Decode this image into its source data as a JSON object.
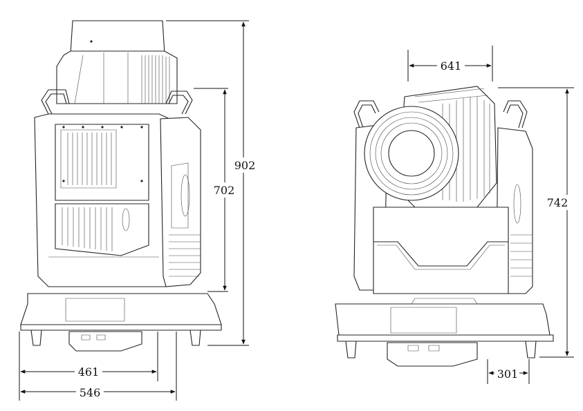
{
  "diagram": {
    "views": [
      {
        "name": "front-view",
        "dimensions": {
          "total_height": "902",
          "body_height": "702",
          "inner_width": "461",
          "base_width": "546"
        }
      },
      {
        "name": "side-view",
        "dimensions": {
          "head_width": "641",
          "total_height": "742",
          "base_offset": "301"
        }
      }
    ]
  }
}
